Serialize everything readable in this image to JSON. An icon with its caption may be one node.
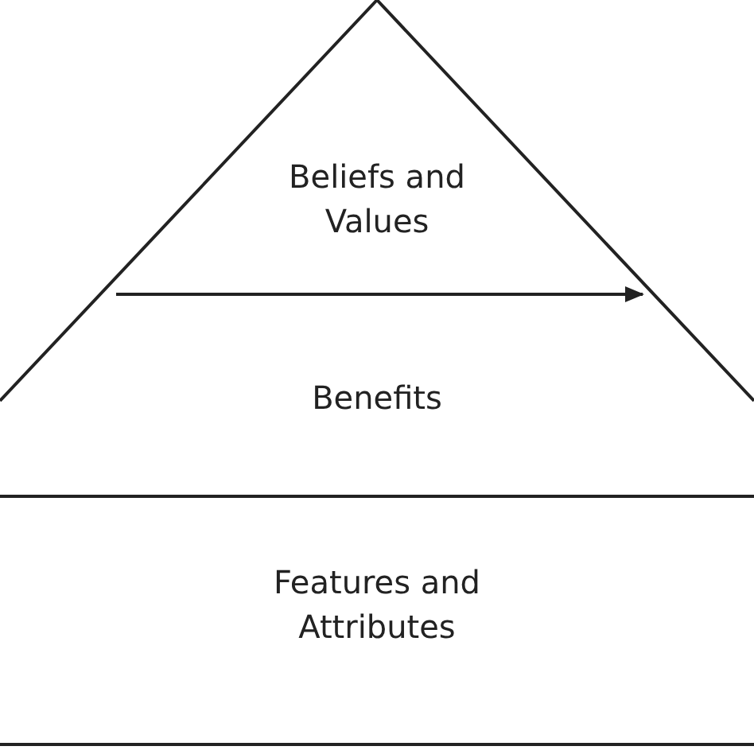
{
  "diagram": {
    "nodes": [
      {
        "text": [
          "Beliefs and Values"
        ]
      },
      {
        "text": [
          "Benefits"
        ]
      },
      {
        "text": [
          "Features and Attributes"
        ]
      }
    ]
  }
}
